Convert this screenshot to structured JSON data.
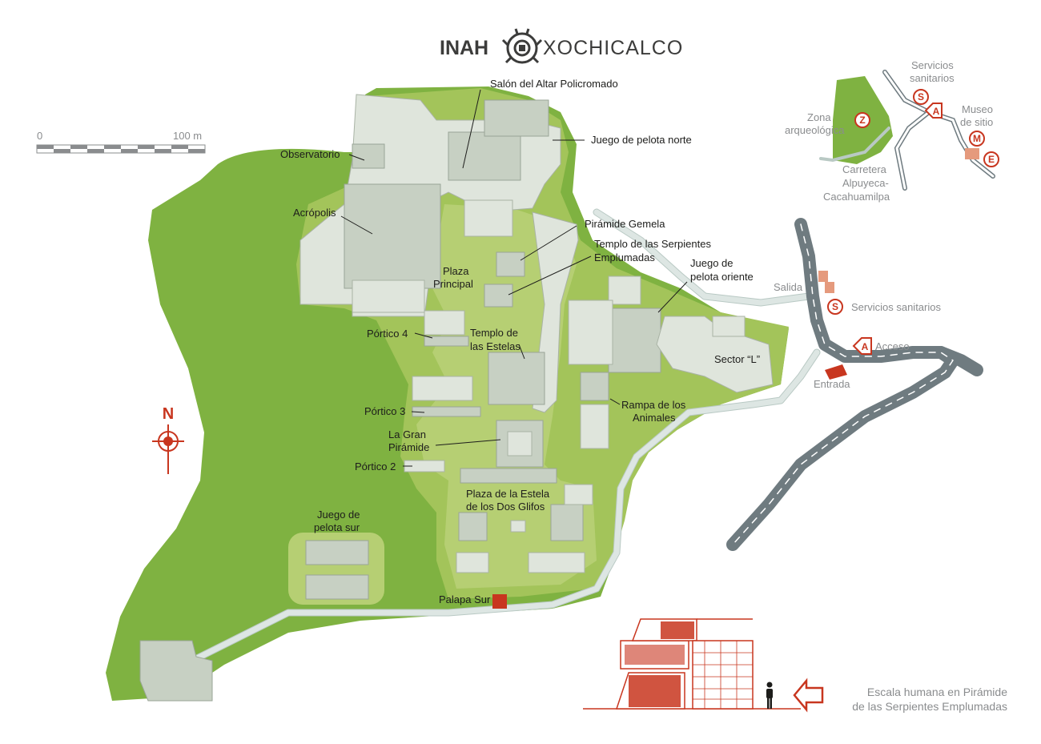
{
  "header": {
    "brand": "INAH",
    "site": "XOCHICALCO"
  },
  "scale_bar": {
    "start": "0",
    "end": "100 m"
  },
  "north": "N",
  "labels": {
    "salon_altar": "Salón del Altar Policromado",
    "juego_pelota_norte": "Juego de pelota norte",
    "observatorio": "Observatorio",
    "acropolis": "Acrópolis",
    "piramide_gemela": "Pirámide Gemela",
    "templo_serpientes_1": "Templo de las Serpientes",
    "templo_serpientes_2": "Emplumadas",
    "juego_pelota_oriente_1": "Juego de",
    "juego_pelota_oriente_2": "pelota oriente",
    "plaza_principal_1": "Plaza",
    "plaza_principal_2": "Principal",
    "portico_4": "Pórtico 4",
    "templo_estelas_1": "Templo de",
    "templo_estelas_2": "las Estelas",
    "sector_l": "Sector “L”",
    "portico_3": "Pórtico 3",
    "rampa_animales_1": "Rampa de los",
    "rampa_animales_2": "Animales",
    "gran_piramide_1": "La Gran",
    "gran_piramide_2": "Pirámide",
    "portico_2": "Pórtico 2",
    "plaza_estela_1": "Plaza de la Estela",
    "plaza_estela_2": "de los Dos Glifos",
    "juego_pelota_sur_1": "Juego de",
    "juego_pelota_sur_2": "pelota sur",
    "palapa_sur": "Palapa Sur",
    "salida": "Salida",
    "servicios_sanitarios": "Servicios sanitarios",
    "acceso": "Acceso",
    "entrada": "Entrada",
    "escala_humana_1": "Escala humana en Pirámide",
    "escala_humana_2": "de las Serpientes Emplumadas"
  },
  "symbols": {
    "servicios": "S",
    "acceso": "A",
    "zona": "Z",
    "museo": "M",
    "estacionamiento": "E"
  },
  "inset": {
    "servicios_1": "Servicios",
    "servicios_2": "sanitarios",
    "museo_1": "Museo",
    "museo_2": "de sitio",
    "zona_1": "Zona",
    "zona_2": "arqueológica",
    "carretera_1": "Carretera",
    "carretera_2": "Alpuyeca-",
    "carretera_3": "Cacahuamilpa"
  },
  "colors": {
    "terrain_dark": "#7fb241",
    "terrain_light": "#a3c45a",
    "plaza": "#b6cf73",
    "road": "#6f7b80",
    "accent_red": "#c8361f",
    "building": "#dfe5dc"
  }
}
